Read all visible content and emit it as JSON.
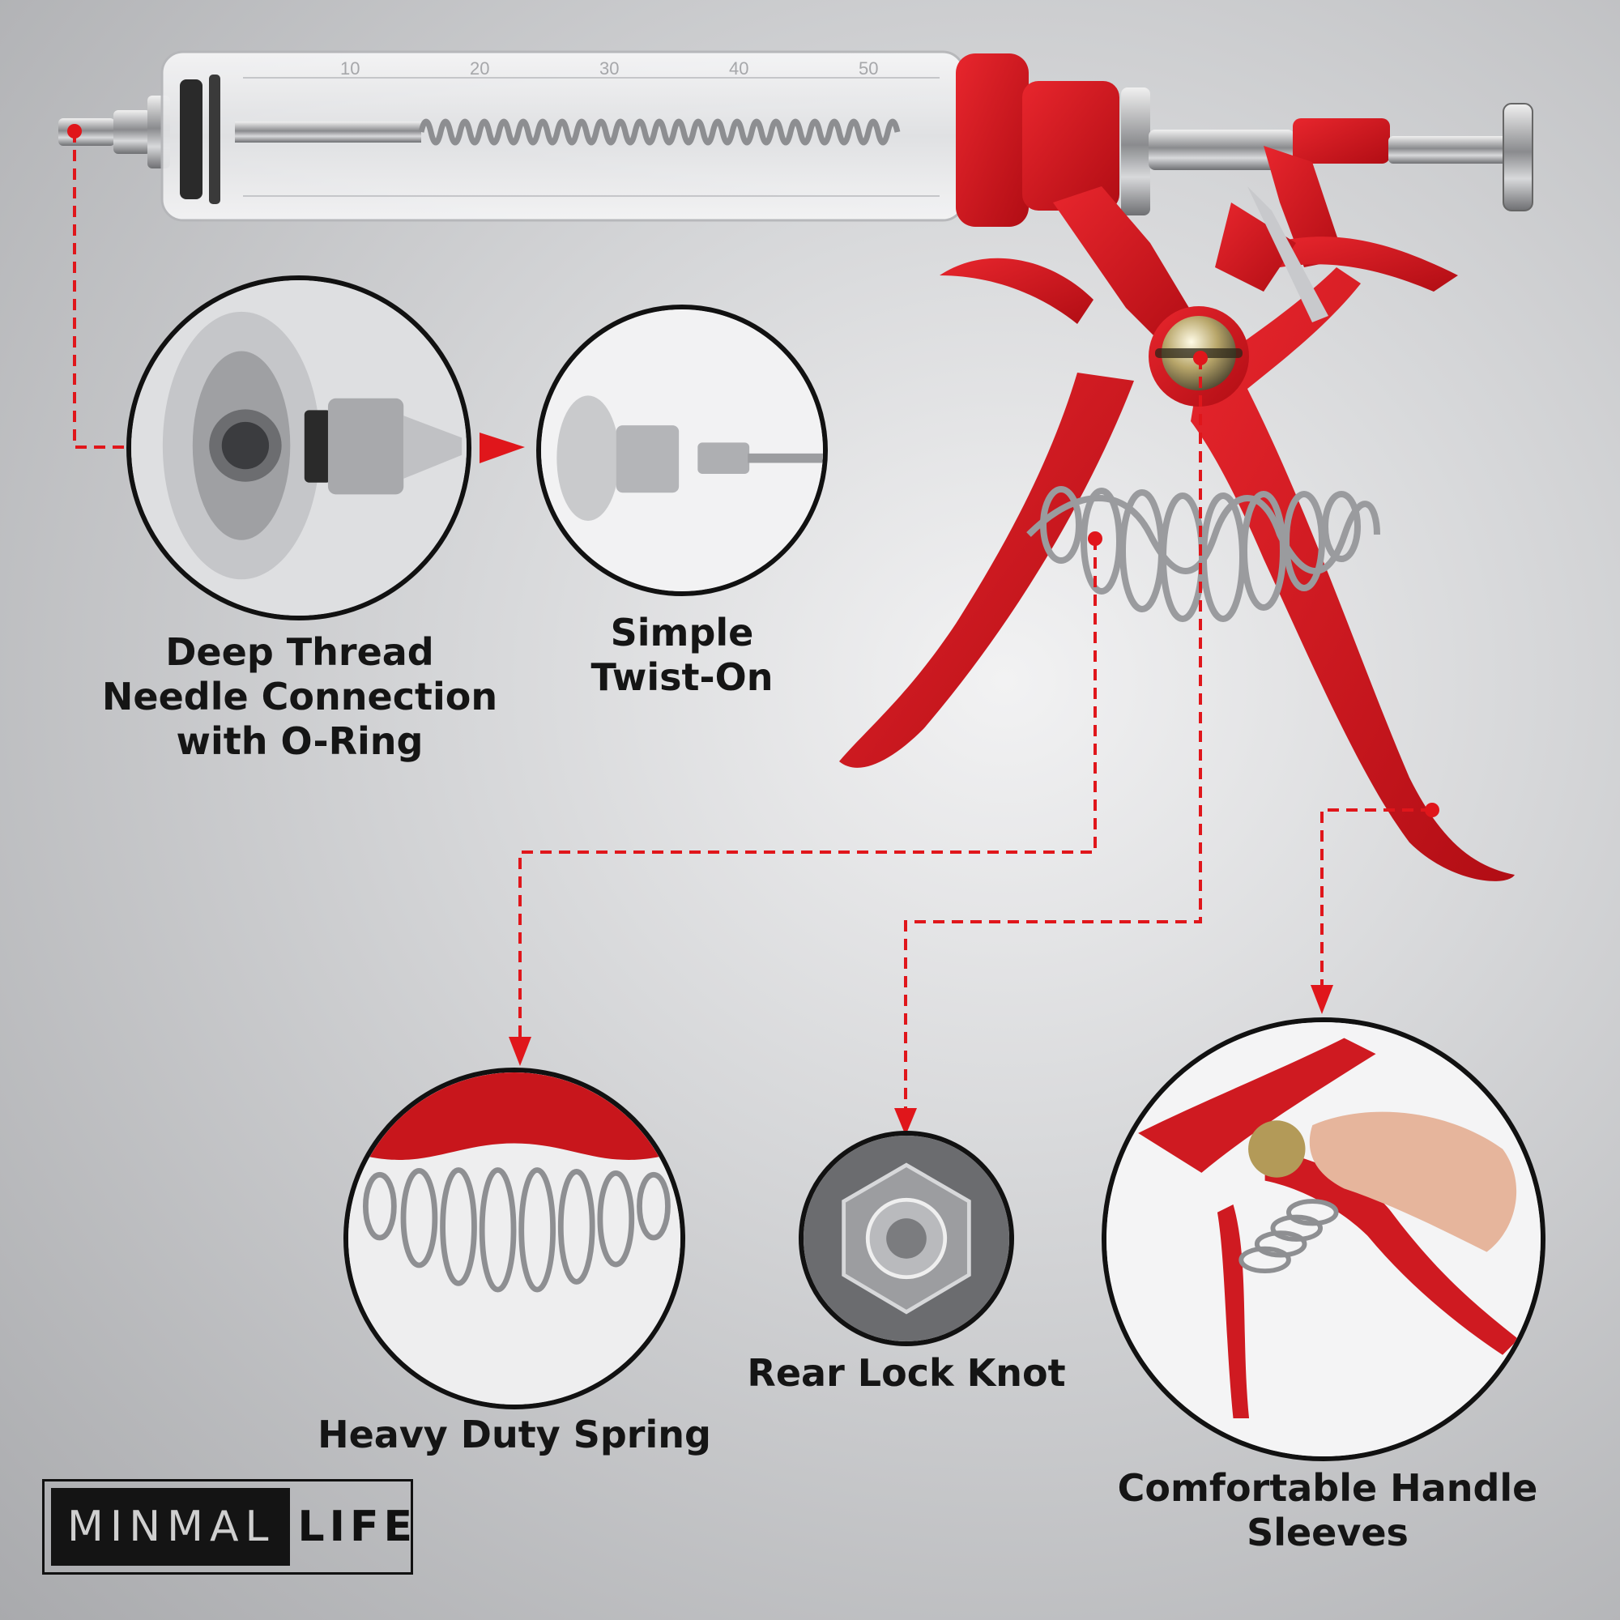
{
  "brand": {
    "logo_left": "MINMAL",
    "logo_right": "LIFE"
  },
  "features": [
    {
      "lines": [
        "Deep Thread",
        "Needle Connection",
        "with O-Ring"
      ]
    },
    {
      "lines": [
        "Simple",
        "Twist-On"
      ]
    },
    {
      "lines": [
        "Heavy Duty Spring"
      ]
    },
    {
      "lines": [
        "Rear Lock Knot"
      ]
    },
    {
      "lines": [
        "Comfortable Handle",
        "Sleeves"
      ]
    }
  ],
  "barrel_scale": [
    "10",
    "20",
    "30",
    "40",
    "50"
  ],
  "colors": {
    "accent_red": "#d4111a",
    "leader_red": "#e0161b",
    "text": "#151515",
    "frame": "#111111"
  },
  "icons": [
    "arrow-right-icon",
    "arrow-down-icon"
  ]
}
